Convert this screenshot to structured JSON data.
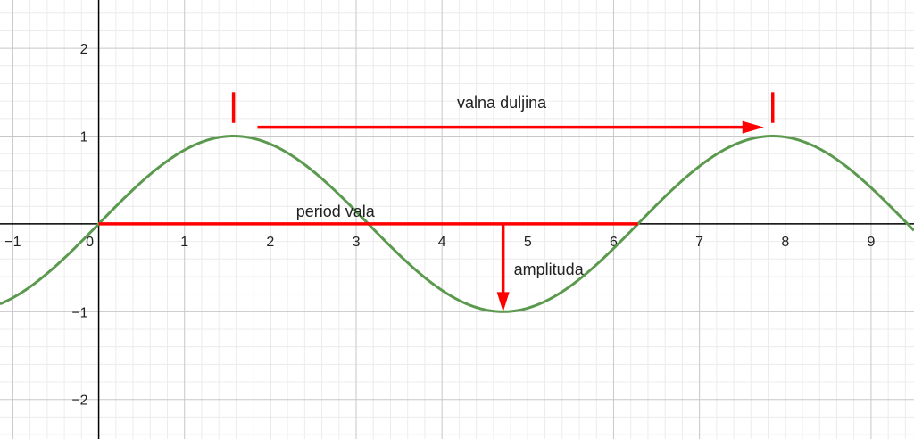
{
  "chart_data": {
    "type": "line",
    "function": "sin",
    "xlim": [
      -1.15,
      9.5
    ],
    "ylim": [
      -2.45,
      2.55
    ],
    "x_ticks": [
      "−1",
      "0",
      "1",
      "2",
      "3",
      "4",
      "5",
      "6",
      "7",
      "8",
      "9"
    ],
    "x_tick_values": [
      -1,
      0,
      1,
      2,
      3,
      4,
      5,
      6,
      7,
      8,
      9
    ],
    "y_ticks": [
      "2",
      "1",
      "−1",
      "−2"
    ],
    "y_tick_values": [
      2,
      1,
      -1,
      -2
    ],
    "grid": true,
    "minor_grid": true,
    "colors": {
      "curve": "#5b9a4e",
      "annotation": "#ff0000",
      "axis": "#000000",
      "grid_major": "#c8c8c8",
      "grid_minor": "#ececec"
    }
  },
  "annotations": {
    "wavelength": {
      "label": "valna duljina",
      "from_x": 1.85,
      "to_x": 7.75,
      "y": 1.1,
      "marker_x": [
        1.5708,
        7.854
      ]
    },
    "period": {
      "label": "period vala",
      "from_x": 0,
      "to_x": 6.2832,
      "y": 0
    },
    "amplitude": {
      "label": "amplituda",
      "x": 4.7124,
      "from_y": 0,
      "to_y": -1
    }
  }
}
